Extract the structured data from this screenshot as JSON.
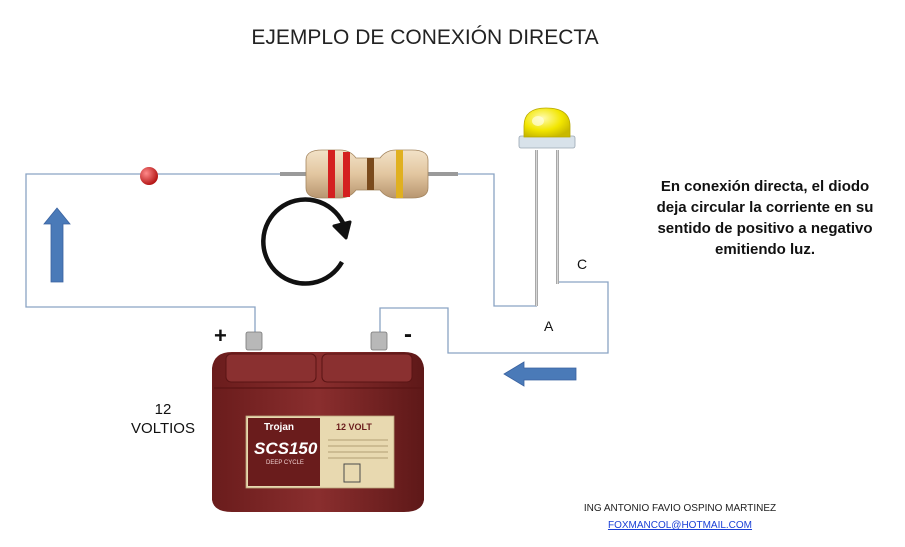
{
  "title": "EJEMPLO DE CONEXIÓN DIRECTA",
  "description": [
    "En conexión directa, el diodo",
    "deja circular la corriente en su",
    "sentido de positivo a negativo",
    "emitiendo luz."
  ],
  "terminals": {
    "positive": "+",
    "negative": "-",
    "anode": "A",
    "cathode": "C"
  },
  "voltage": {
    "value": "12",
    "unit": "VOLTIOS"
  },
  "battery": {
    "brand": "Trojan",
    "model": "SCS150",
    "type": "DEEP CYCLE",
    "rating": "12 VOLT"
  },
  "credits": {
    "author": "ING ANTONIO FAVIO OSPINO MARTINEZ",
    "email": "FOXMANCOL@HOTMAIL.COM"
  },
  "colors": {
    "wire": "#8aa3c4",
    "arrow": "#4a7ab8",
    "battery_body": "#7a2424",
    "battery_label": "#e8d9b0",
    "led": "#f2e600",
    "resistor_body": "#e2c6a0",
    "band1": "#d42020",
    "band2": "#d42020",
    "band3": "#7a4a1c",
    "band4": "#e0b020",
    "switch_dot": "#cc1818"
  },
  "icons": [
    "up-arrow-icon",
    "left-arrow-icon",
    "clockwise-circular-arrow-icon"
  ]
}
